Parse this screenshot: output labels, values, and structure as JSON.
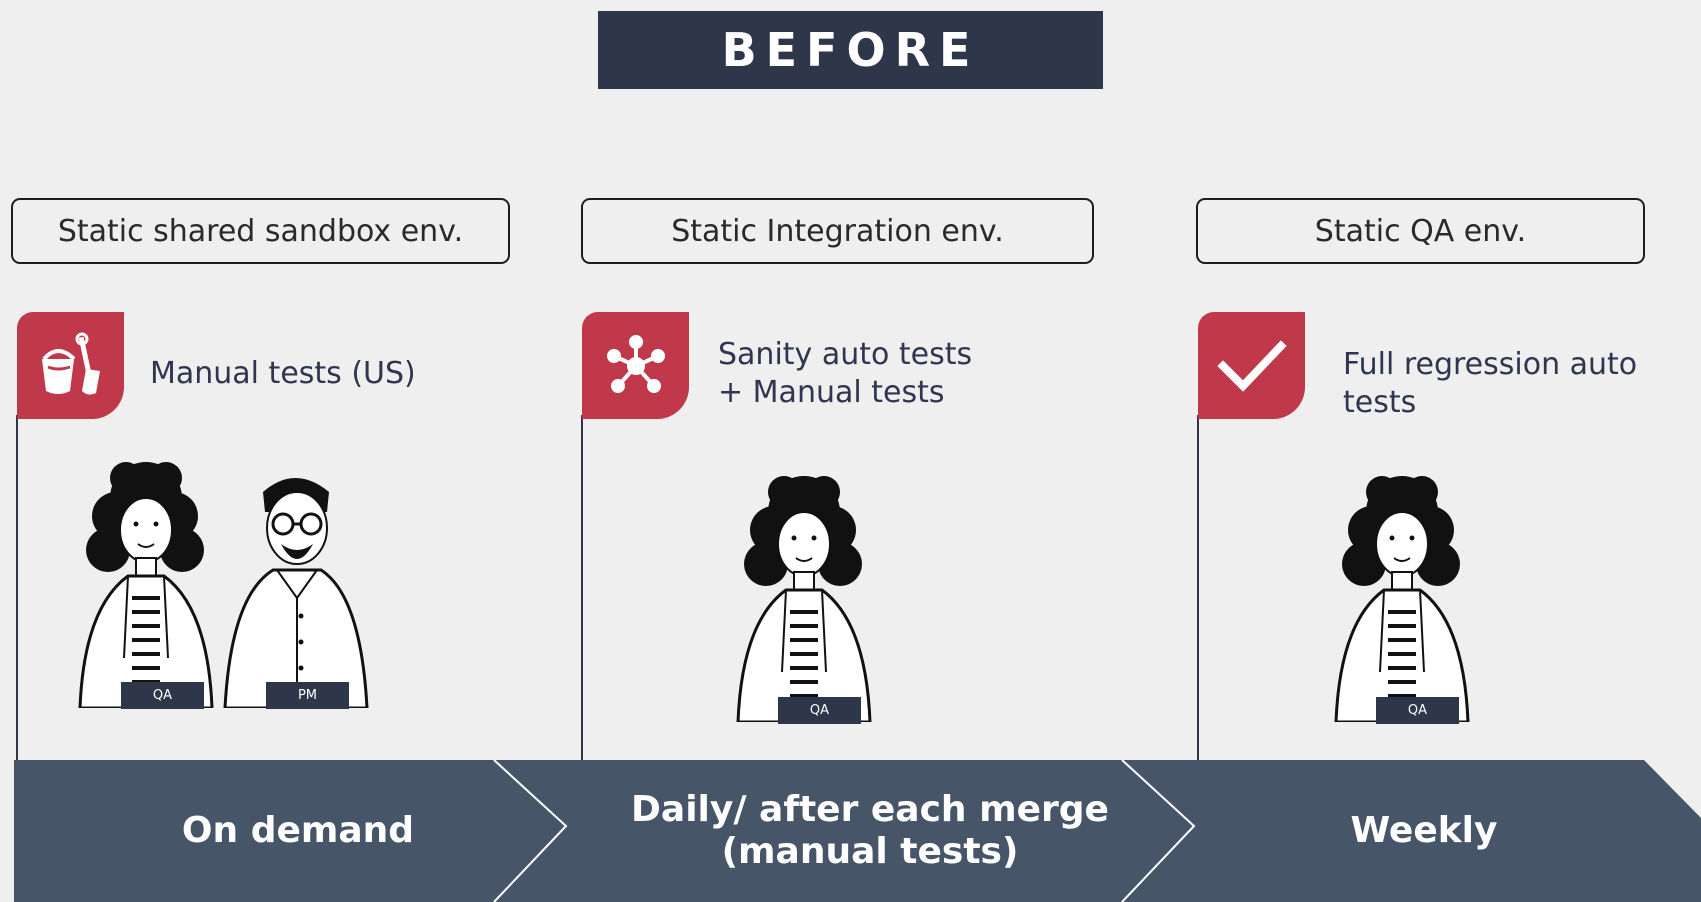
{
  "title": "BEFORE",
  "environments": [
    "Static shared sandbox env.",
    "Static Integration env.",
    "Static QA env."
  ],
  "activities": [
    {
      "icon": "sand-bucket-shovel-icon",
      "lines": [
        "Manual tests (US)"
      ]
    },
    {
      "icon": "network-hub-icon",
      "lines": [
        "Sanity auto tests",
        "+ Manual tests"
      ]
    },
    {
      "icon": "checkmark-icon",
      "lines": [
        "Full regression auto",
        "tests"
      ]
    }
  ],
  "people": [
    {
      "role": "QA"
    },
    {
      "role": "PM"
    },
    {
      "role": "QA"
    },
    {
      "role": "QA"
    }
  ],
  "phases": [
    {
      "lines": [
        "On demand"
      ]
    },
    {
      "lines": [
        "Daily/ after each merge",
        "(manual tests)"
      ]
    },
    {
      "lines": [
        "Weekly"
      ]
    }
  ],
  "colors": {
    "title_bg": "#2e364a",
    "badge": "#c0394b",
    "ribbon": "#475569",
    "background": "#efefef"
  }
}
